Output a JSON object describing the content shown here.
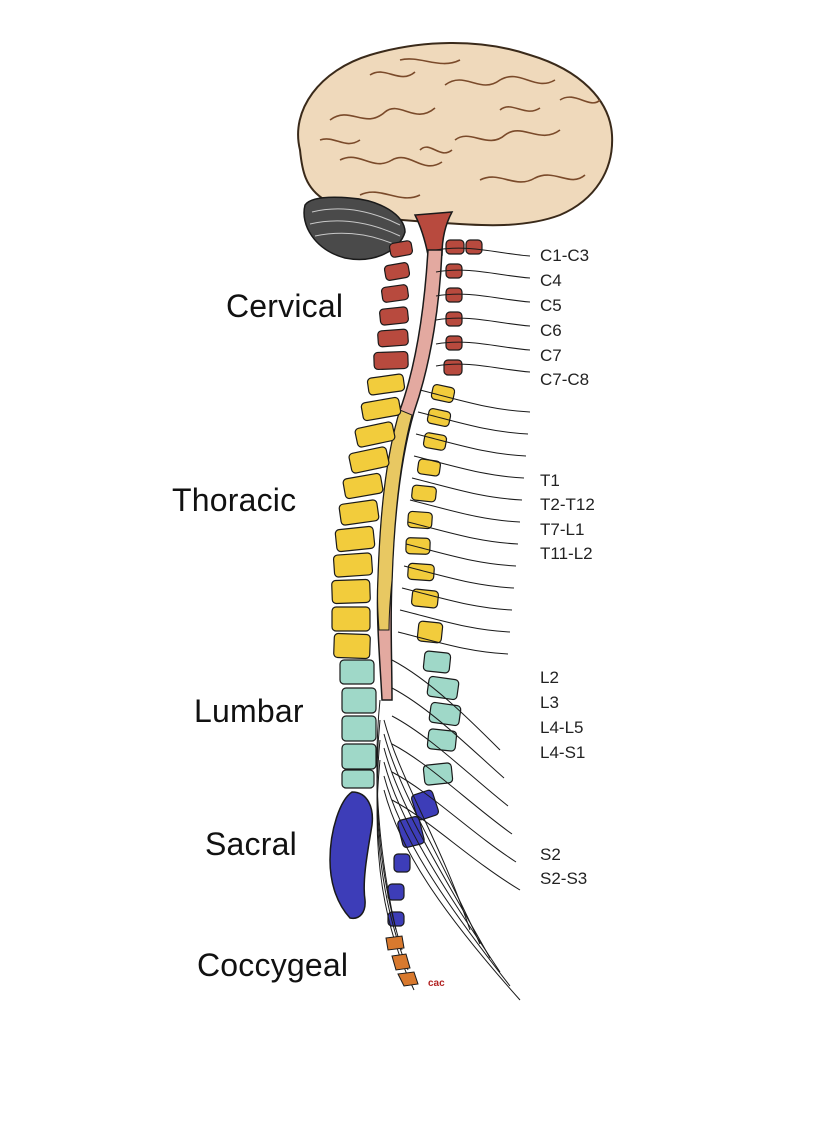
{
  "colors": {
    "cervical": "#b84a3e",
    "thoracic": "#f2cc3c",
    "lumbar": "#9fd8c8",
    "sacral": "#3d3db8",
    "coccygeal": "#d8792e",
    "brain": "#efd9bb",
    "ink": "#1a1a1a"
  },
  "regions": {
    "cervical": "Cervical",
    "thoracic": "Thoracic",
    "lumbar": "Lumbar",
    "sacral": "Sacral",
    "coccygeal": "Coccygeal"
  },
  "levels": {
    "cervical": [
      "C1-C3",
      "C4",
      "C5",
      "C6",
      "C7",
      "C7-C8"
    ],
    "thoracic": [
      "T1",
      "T2-T12",
      "T7-L1",
      "T11-L2"
    ],
    "lumbar": [
      "L2",
      "L3",
      "L4-L5",
      "L4-S1"
    ],
    "sacral": [
      "S2",
      "S2-S3"
    ]
  },
  "signature": "cac"
}
